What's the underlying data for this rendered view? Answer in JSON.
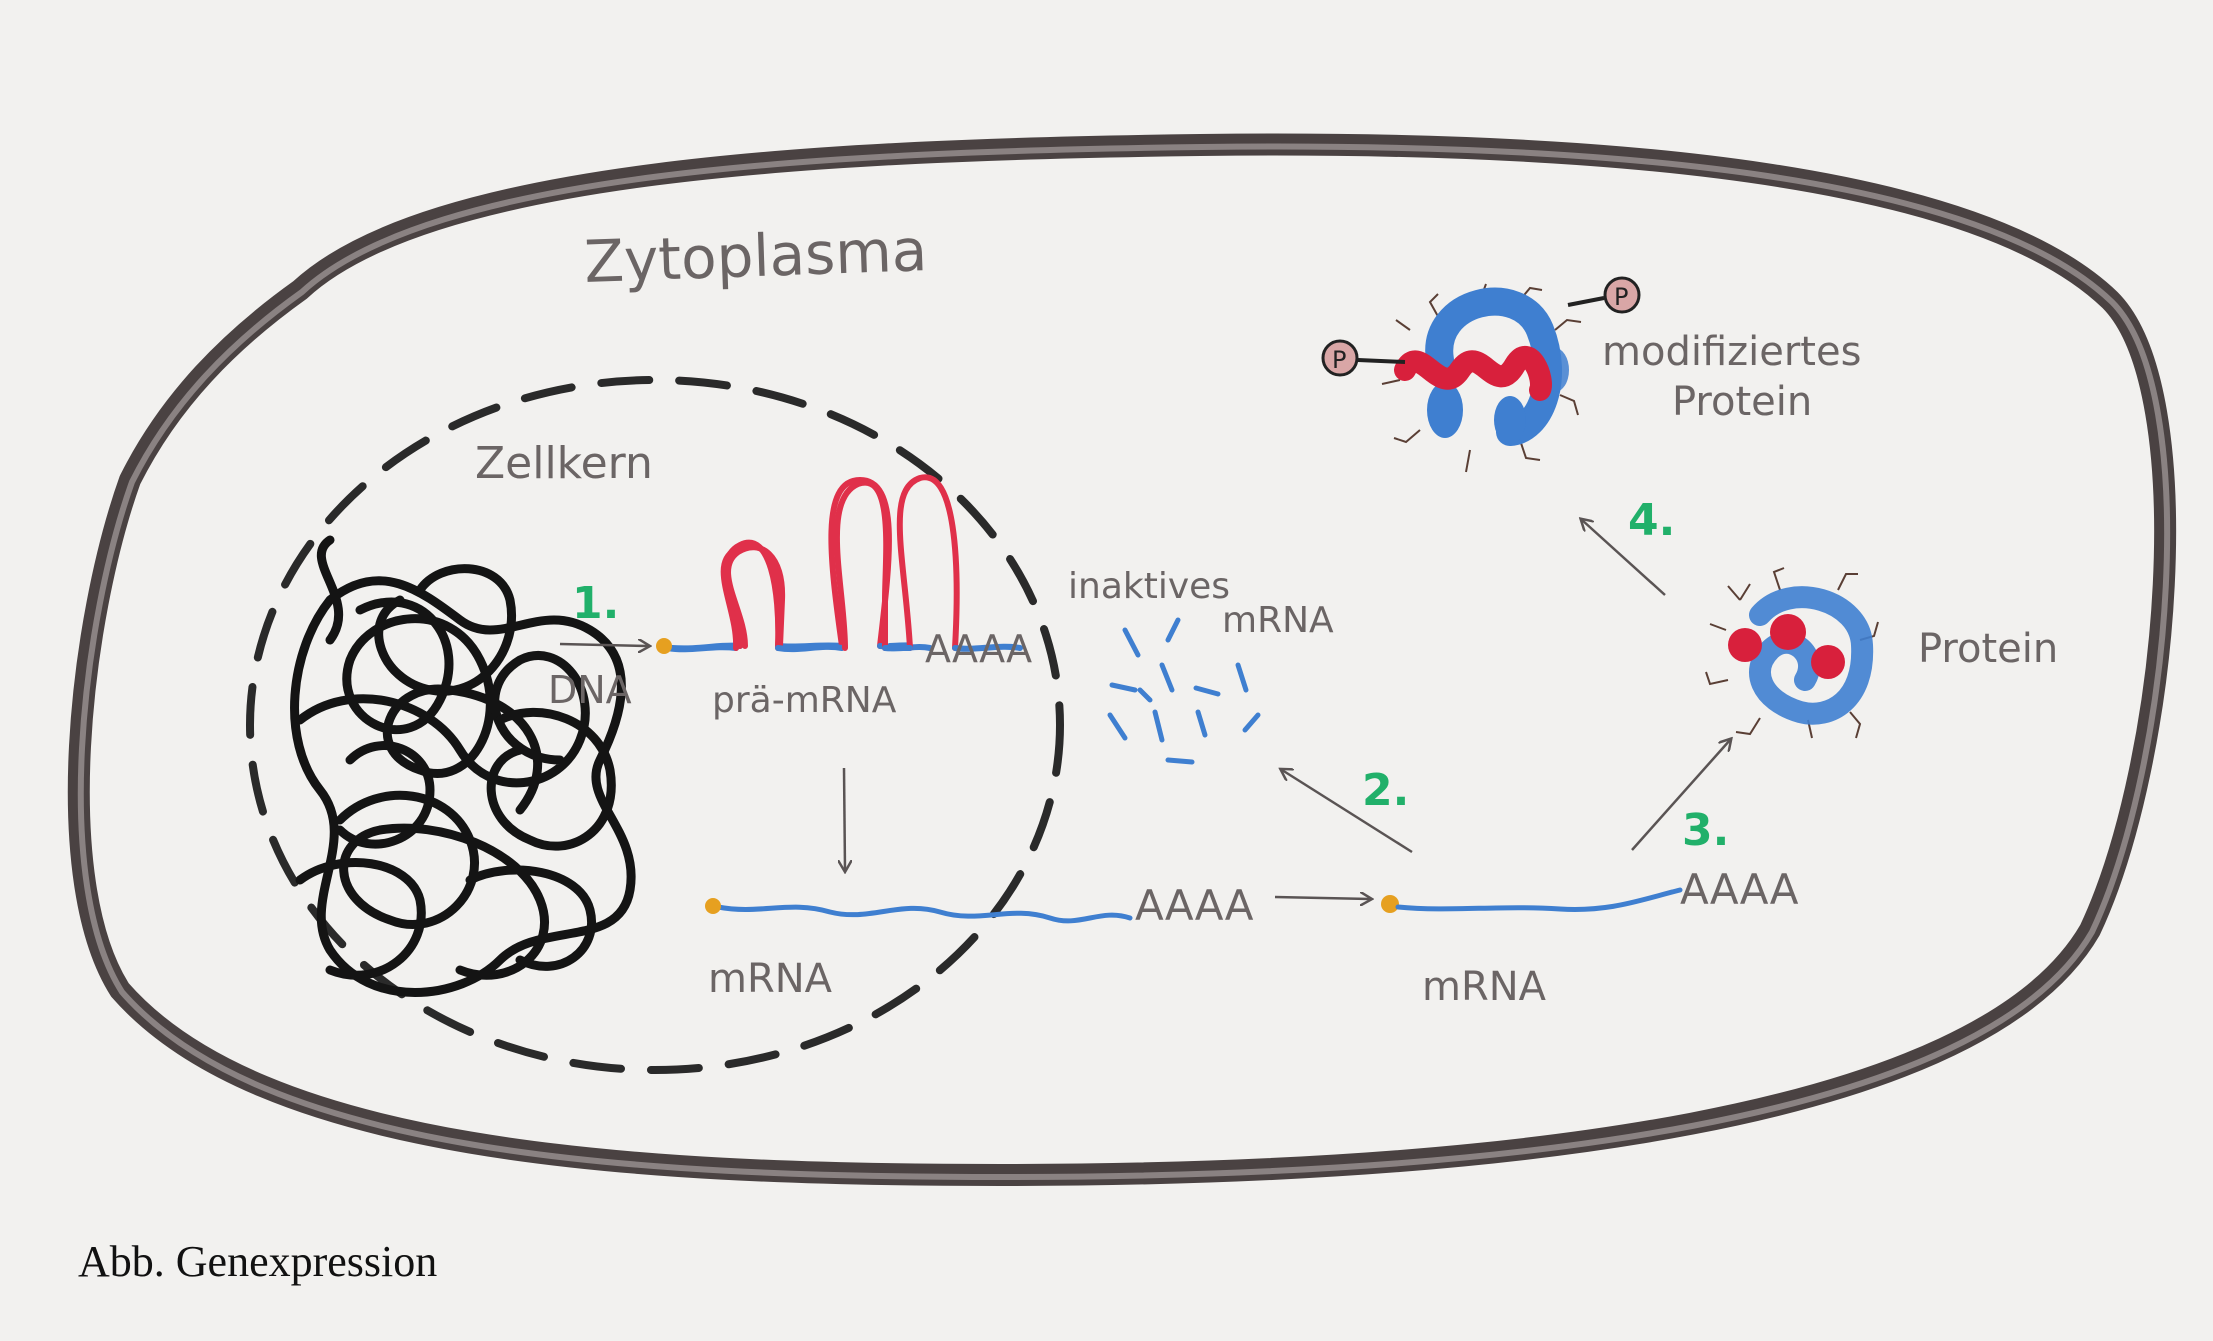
{
  "labels": {
    "zytoplasma": "Zytoplasma",
    "zellkern": "Zellkern",
    "dna": "DNA",
    "pra_mrna": "prä-mRNA",
    "mrna_nucleus": "mRNA",
    "mrna_cytoplasm": "mRNA",
    "poly_a_pre": "AAAA",
    "poly_a_nucleus": "AAAA",
    "poly_a_cytoplasm": "AAAA",
    "inaktives": "inaktives",
    "inaktives_mrna": "mRNA",
    "protein": "Protein",
    "modifiziertes": "modifiziertes",
    "modifiziertes_protein": "Protein",
    "phosphate_symbol": "P"
  },
  "steps": [
    "1.",
    "2.",
    "3.",
    "4."
  ],
  "caption": "Abb. Genexpression",
  "colors": {
    "background": "#f2f1ef",
    "cell_membrane": "#4a4242",
    "nuclear_envelope": "#2a2a2a",
    "chromatin": "#141414",
    "intron": "#e0304a",
    "exon": "#3f7fd0",
    "cap": "#e6a020",
    "step_number": "#21b06a",
    "label": "#6b6565"
  },
  "icons": [
    "cap-dot",
    "phosphate-group",
    "sugar-chain",
    "arrow"
  ]
}
